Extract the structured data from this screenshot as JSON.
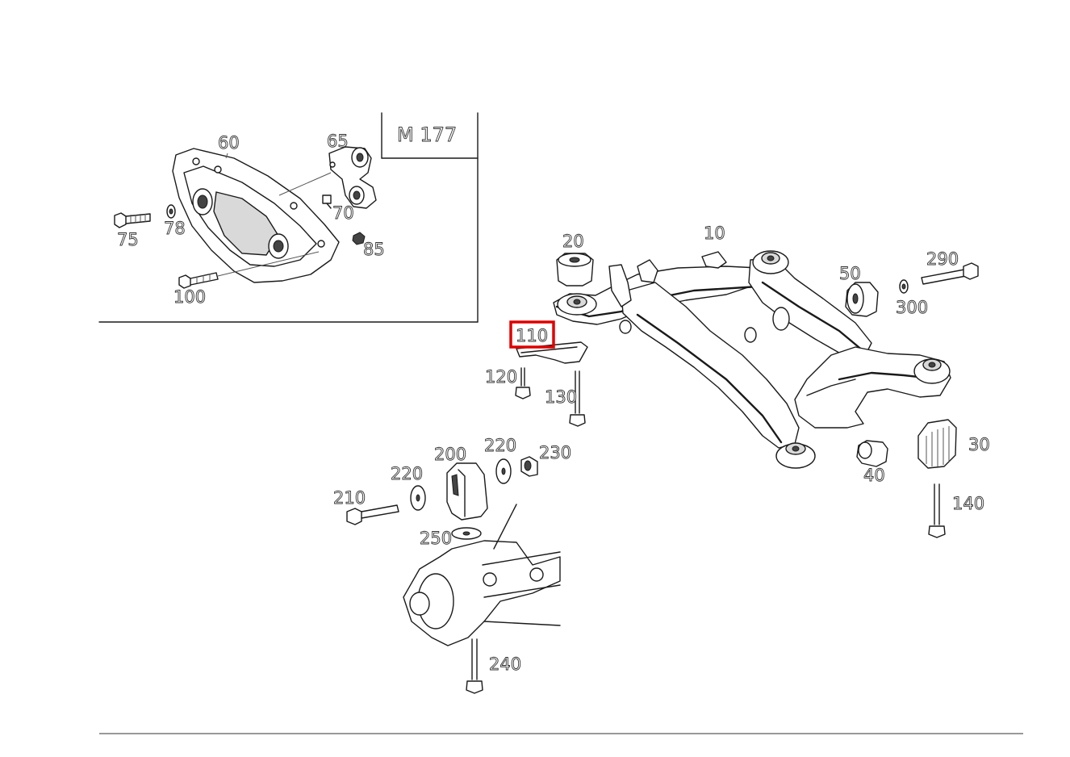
{
  "inset": {
    "variant_label": "M 177"
  },
  "highlight": {
    "color": "#e00000",
    "part": "110"
  },
  "labels": {
    "l10": "10",
    "l20": "20",
    "l30": "30",
    "l40": "40",
    "l50": "50",
    "l60": "60",
    "l65": "65",
    "l70": "70",
    "l75": "75",
    "l78": "78",
    "l85": "85",
    "l100": "100",
    "l110": "110",
    "l120": "120",
    "l130": "130",
    "l140": "140",
    "l200": "200",
    "l210": "210",
    "l220a": "220",
    "l220b": "220",
    "l230": "230",
    "l240": "240",
    "l250": "250",
    "l290": "290",
    "l300": "300"
  },
  "icons": [
    "bolt-icon",
    "washer-icon",
    "nut-icon",
    "bushing-icon",
    "mount-icon"
  ]
}
